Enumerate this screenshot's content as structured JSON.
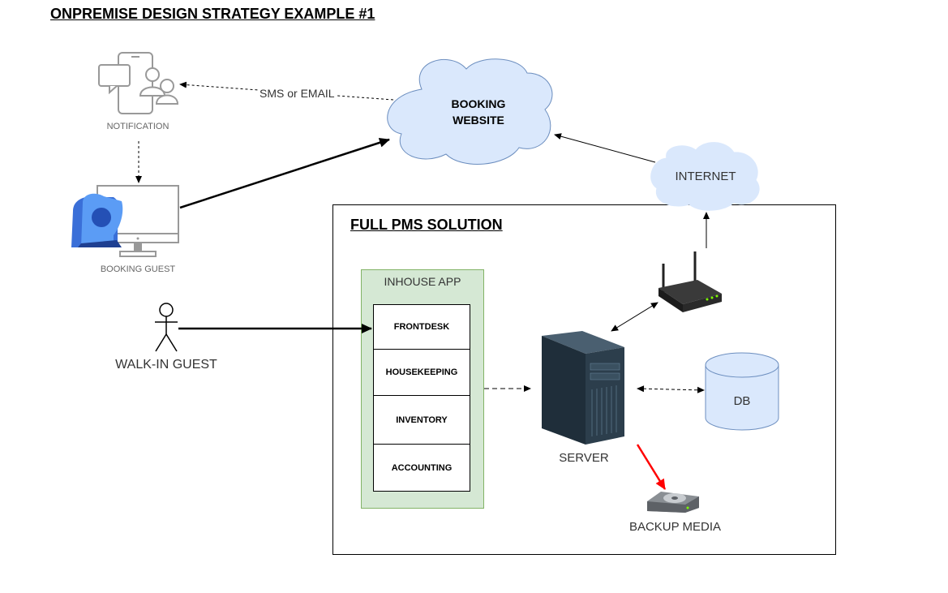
{
  "title": "ONPREMISE DESIGN STRATEGY EXAMPLE #1",
  "booking_website": {
    "line1": "BOOKING",
    "line2": "WEBSITE"
  },
  "internet": "INTERNET",
  "notification": "NOTIFICATION",
  "sms_email": "SMS or EMAIL",
  "booking_guest": "BOOKING GUEST",
  "walkin_guest": "WALK-IN GUEST",
  "pms": {
    "title": "FULL PMS SOLUTION",
    "inhouse_app": "INHOUSE APP",
    "modules": [
      "FRONTDESK",
      "HOUSEKEEPING",
      "INVENTORY",
      "ACCOUNTING"
    ]
  },
  "server": "SERVER",
  "db": "DB",
  "backup_media": "BACKUP MEDIA",
  "colors": {
    "cloud_fill": "#dae8fc",
    "cloud_stroke": "#6c8ebf",
    "inhouse_fill": "#d5e8d4",
    "inhouse_stroke": "#82b366",
    "backup_arrow": "#ff0000"
  }
}
